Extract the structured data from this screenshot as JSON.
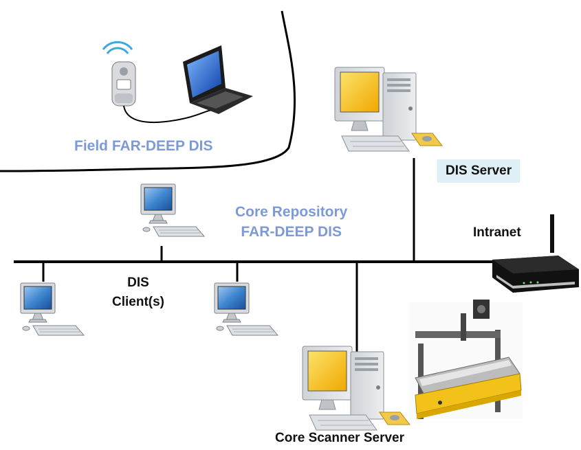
{
  "labels": {
    "field": "Field FAR-DEEP DIS",
    "core_line1": "Core Repository",
    "core_line2": "FAR-DEEP DIS",
    "dis_server": "DIS Server",
    "intranet": "Intranet",
    "clients_line1": "DIS",
    "clients_line2": "Client(s)",
    "scanner": "Core Scanner Server"
  },
  "icons": [
    "mobile-phone-icon",
    "laptop-icon",
    "desktop-computer-icon",
    "client-computer-icon",
    "router-icon",
    "core-scanner-machine-icon"
  ],
  "colors": {
    "label_blue": "#7e9ad6",
    "screen_yellow": "#f7b916",
    "screen_blue": "#1e70c8",
    "server_label_bg": "#dff1f7"
  }
}
